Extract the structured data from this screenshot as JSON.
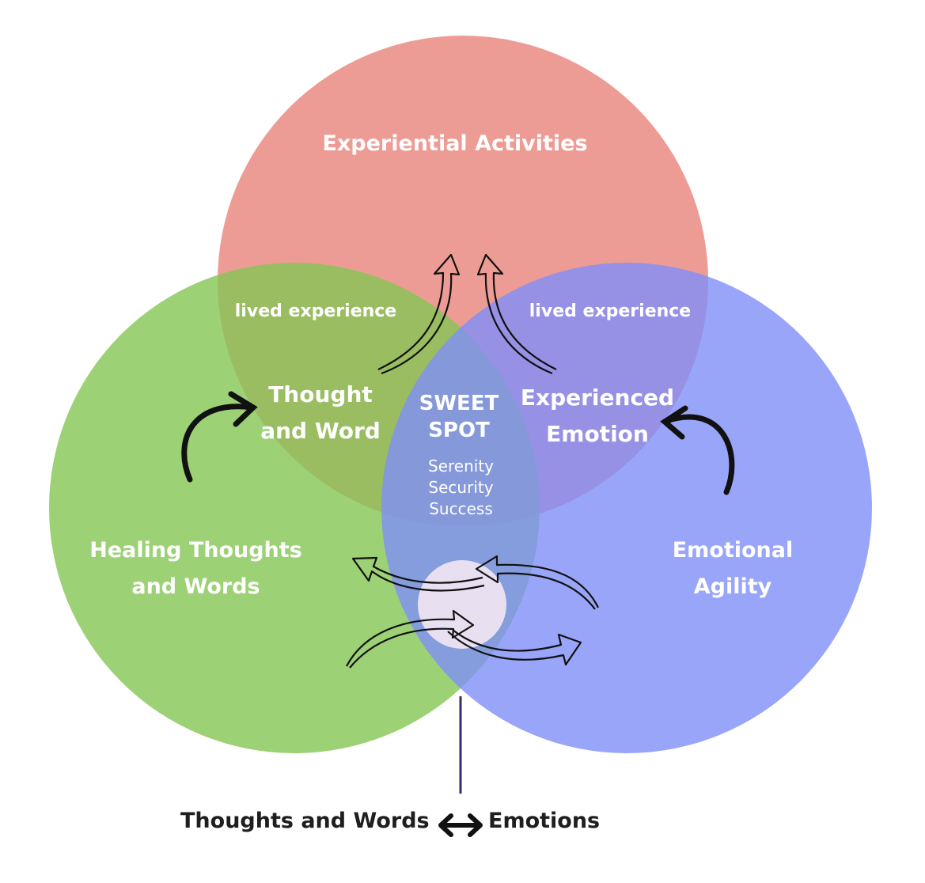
{
  "colors": {
    "top_circle": "#e9837b",
    "left_circle": "#84c654",
    "right_circle": "#7f8ef7",
    "center_dot": "#e8dff0",
    "stem": "#3b2a6e",
    "arrow": "#111111"
  },
  "circles": {
    "top": {
      "label": "Experiential Activities"
    },
    "left": {
      "label_line1": "Healing Thoughts",
      "label_line2": "and Words"
    },
    "right": {
      "label_line1": "Emotional",
      "label_line2": "Agility"
    }
  },
  "overlaps": {
    "top_left": {
      "label": "lived experience",
      "title_line1": "Thought",
      "title_line2": "and Word"
    },
    "top_right": {
      "label": "lived experience",
      "title_line1": "Experienced",
      "title_line2": "Emotion"
    },
    "center": {
      "title_line1": "SWEET",
      "title_line2": "SPOT",
      "items": [
        "Serenity",
        "Security",
        "Success"
      ]
    }
  },
  "bottom": {
    "left_text": "Thoughts and Words",
    "right_text": "Emotions",
    "arrow_icon": "double-arrow-icon"
  }
}
